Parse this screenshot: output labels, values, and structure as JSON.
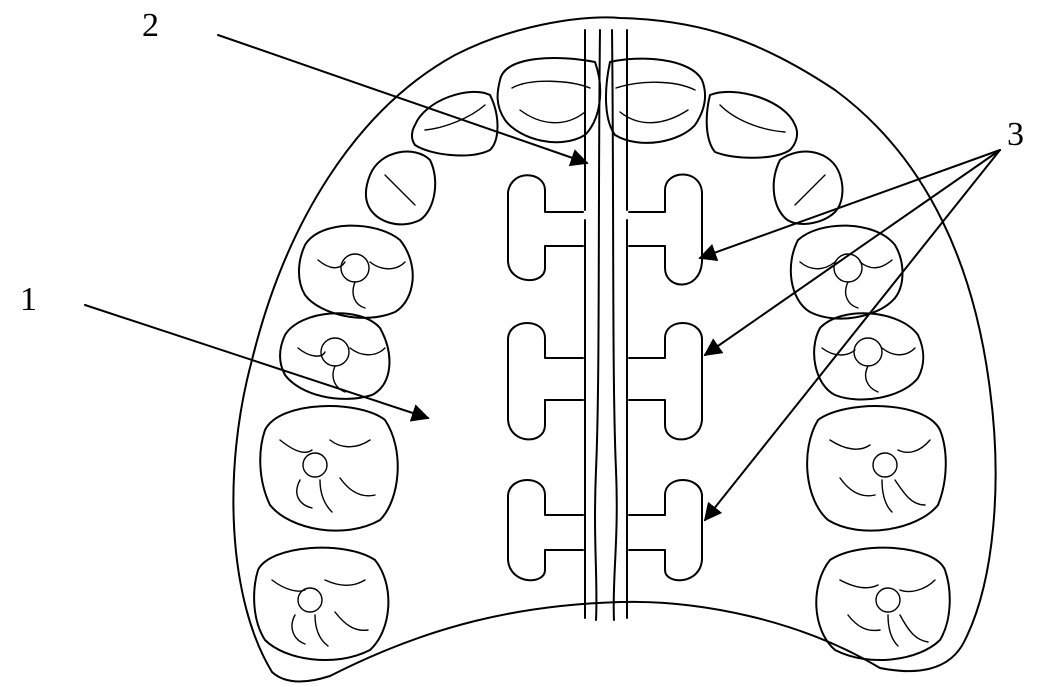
{
  "callouts": [
    {
      "id": "1",
      "label": "1"
    },
    {
      "id": "2",
      "label": "2"
    },
    {
      "id": "3",
      "label": "3"
    }
  ],
  "style": {
    "stroke": "#000000",
    "background": "#ffffff"
  },
  "icons": {
    "arrowhead": "arrowhead-icon"
  }
}
